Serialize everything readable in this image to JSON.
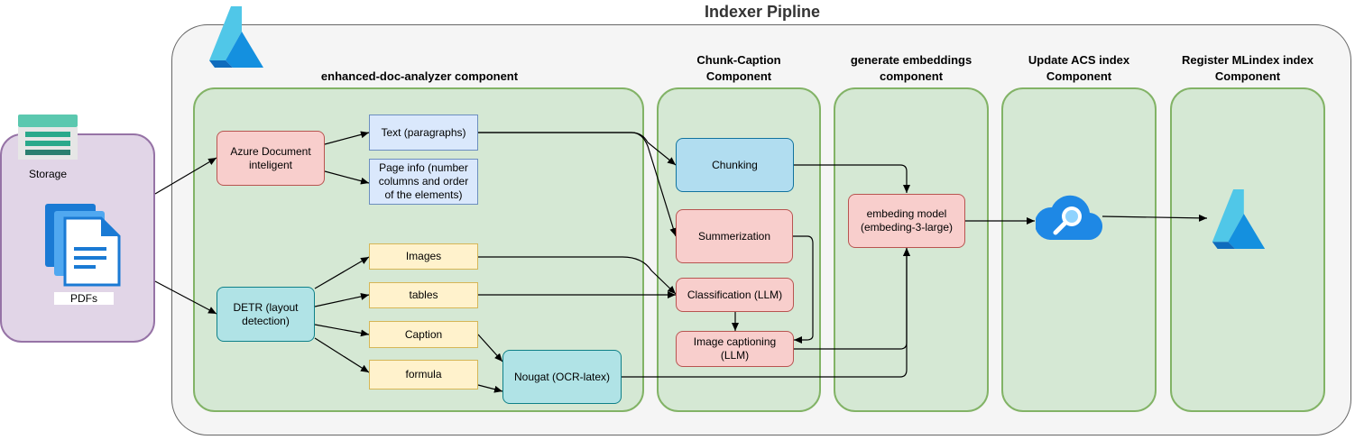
{
  "title": "Indexer Pipline",
  "storage": {
    "storage_label": "Storage",
    "pdfs_label": "PDFs"
  },
  "components": {
    "enhanced": "enhanced-doc-analyzer component",
    "chunk": "Chunk-Caption Component",
    "embed": "generate embeddings component",
    "acs": "Update ACS index Component",
    "register": "Register MLindex index Component"
  },
  "nodes": {
    "azure_doc": "Azure Document inteligent",
    "text": "Text (paragraphs)",
    "page_info": "Page info (number columns and order of the elements)",
    "detr": "DETR (layout detection)",
    "images": "Images",
    "tables": "tables",
    "caption": "Caption",
    "formula": "formula",
    "nougat": "Nougat (OCR-latex)",
    "chunking": "Chunking",
    "summerization": "Summerization",
    "classification": "Classification (LLM)",
    "image_captioning": "Image captioning (LLM)",
    "embedding_model": "embeding model (embeding-3-large)"
  },
  "icons": {
    "azure_ml": "azure-ml-icon",
    "storage": "storage-icon",
    "pdf": "pdf-documents-icon",
    "search": "cognitive-search-icon"
  },
  "colors": {
    "component_fill": "#d5e8d4",
    "component_stroke": "#82b366",
    "storage_fill": "#e1d5e7",
    "storage_stroke": "#9673a6"
  }
}
